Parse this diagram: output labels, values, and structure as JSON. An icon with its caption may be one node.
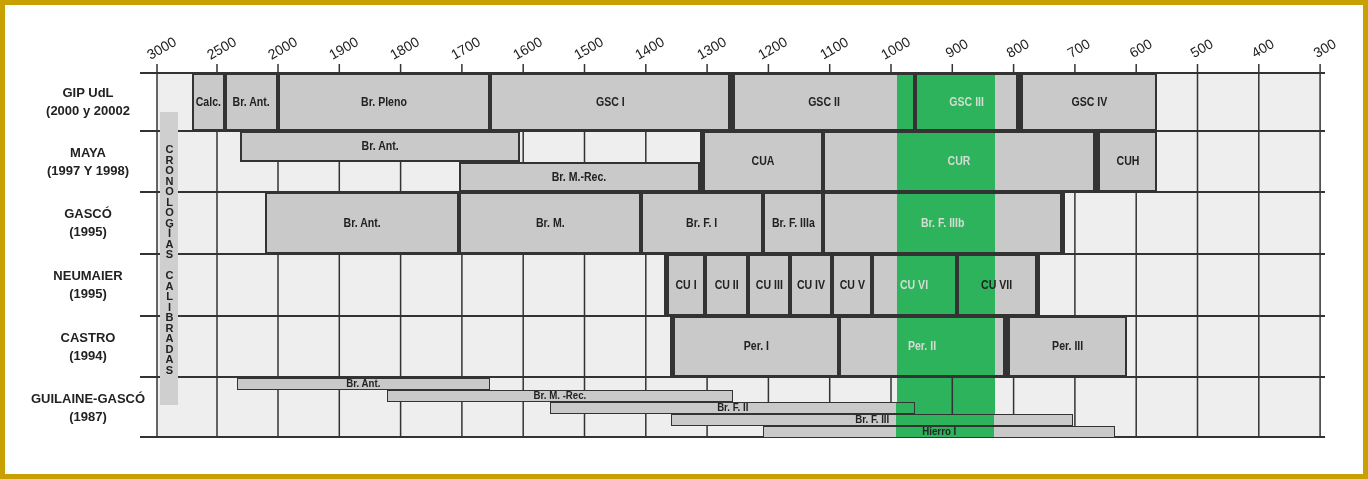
{
  "diagram": {
    "nodes": [
      {
        "text": [
          "CRONOLOGÍAS CALIBRADAS"
        ]
      },
      {
        "text": [
          "Calc."
        ]
      },
      {
        "text": [
          "Br. Ant."
        ]
      },
      {
        "text": [
          "Br. Pleno"
        ]
      },
      {
        "text": [
          "GSC I"
        ]
      },
      {
        "text": [
          "GSC II"
        ]
      },
      {
        "text": [
          "GSC III"
        ]
      },
      {
        "text": [
          "GSC IV"
        ]
      },
      {
        "text": [
          "Br. Ant."
        ]
      },
      {
        "text": [
          "Br. M.-Rec."
        ]
      },
      {
        "text": [
          "CUA"
        ]
      },
      {
        "text": [
          "CUR"
        ]
      },
      {
        "text": [
          "CUH"
        ]
      },
      {
        "text": [
          "Br. Ant."
        ]
      },
      {
        "text": [
          "Br. M."
        ]
      },
      {
        "text": [
          "Br. F. I"
        ]
      },
      {
        "text": [
          "Br. F. IIIa"
        ]
      },
      {
        "text": [
          "Br. F. IIIb"
        ]
      },
      {
        "text": [
          "CU I"
        ]
      },
      {
        "text": [
          "CU II"
        ]
      },
      {
        "text": [
          "CU III"
        ]
      },
      {
        "text": [
          "CU IV"
        ]
      },
      {
        "text": [
          "CU V"
        ]
      },
      {
        "text": [
          "CU VI"
        ]
      },
      {
        "text": [
          "CU VII"
        ]
      },
      {
        "text": [
          "Per. I"
        ]
      },
      {
        "text": [
          "Per. II"
        ]
      },
      {
        "text": [
          "Per. III"
        ]
      },
      {
        "text": [
          "Br. Ant."
        ]
      },
      {
        "text": [
          "Br. M. -Rec."
        ]
      },
      {
        "text": [
          "Br. F. II"
        ]
      },
      {
        "text": [
          "Br. F. III"
        ]
      },
      {
        "text": [
          "Hierro I"
        ]
      }
    ],
    "labels": [
      "3000",
      "2500",
      "2000",
      "1900",
      "1800",
      "1700",
      "1600",
      "1500",
      "1400",
      "1300",
      "1200",
      "1100",
      "1000",
      "900",
      "800",
      "700",
      "600",
      "500",
      "400",
      "300",
      "GIP UdL (2000 y 20002",
      "MAYA (1997 Y 1998)",
      "GASCÓ (1995)",
      "NEUMAIER (1995)",
      "CASTRO (1994)",
      "GUILAINE-GASCÓ (1987)"
    ]
  }
}
